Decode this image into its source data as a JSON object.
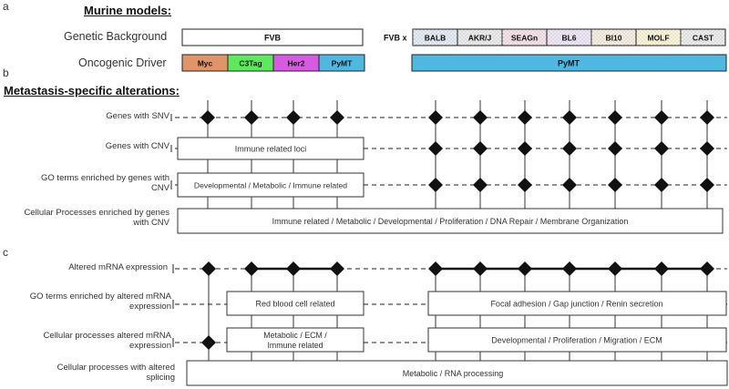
{
  "panels": {
    "a": "a",
    "b": "b",
    "c": "c"
  },
  "headings": {
    "murine_models": "Murine models:",
    "metastasis": "Metastasis-specific alterations:"
  },
  "murine": {
    "genetic_background_label": "Genetic Background",
    "oncogenic_driver_label": "Oncogenic Driver",
    "fvb_label": "FVB",
    "fvb_x_label": "FVB x",
    "strains": [
      {
        "label": "BALB",
        "color": "#e6ecf6"
      },
      {
        "label": "AKR/J",
        "color": "#ececec"
      },
      {
        "label": "SEAGn",
        "color": "#f6e3ea"
      },
      {
        "label": "BL6",
        "color": "#efe7f7"
      },
      {
        "label": "Bl10",
        "color": "#f6eee2"
      },
      {
        "label": "MOLF",
        "color": "#fbf6d8"
      },
      {
        "label": "CAST",
        "color": "#ededed"
      }
    ],
    "drivers": [
      {
        "label": "Myc",
        "color": "#e0946a"
      },
      {
        "label": "C3Tag",
        "color": "#5ee85e"
      },
      {
        "label": "Her2",
        "color": "#d65be0"
      },
      {
        "label": "PyMT",
        "color": "#4eb8e0"
      }
    ],
    "pymt_wide": {
      "label": "PyMT",
      "color": "#4eb8e0"
    }
  },
  "section_b": {
    "rows": [
      {
        "label": "Genes with SNV"
      },
      {
        "label": "Genes with CNV",
        "boxes": [
          "Immune related loci"
        ]
      },
      {
        "label": "GO terms enriched by genes with CNV",
        "boxes": [
          "Developmental / Metabolic / Immune related"
        ]
      },
      {
        "label": "Cellular Processes enriched by genes with CNV",
        "boxes": [
          "Immune related / Metabolic / Developmental / Proliferation / DNA Repair / Membrane Organization"
        ]
      }
    ]
  },
  "section_c": {
    "rows": [
      {
        "label": "Altered mRNA expression"
      },
      {
        "label": "GO terms enriched by altered mRNA expression",
        "boxes": [
          "Red blood cell related",
          "Focal adhesion / Gap junction / Renin secretion"
        ]
      },
      {
        "label": "Cellular processes altered mRNA expression",
        "boxes": [
          "Metabolic / ECM / Immune related",
          "Developmental / Proliferation / Migration / ECM"
        ]
      },
      {
        "label": "Cellular processes with altered splicing",
        "boxes": [
          "Metabolic / RNA processing"
        ]
      }
    ]
  }
}
